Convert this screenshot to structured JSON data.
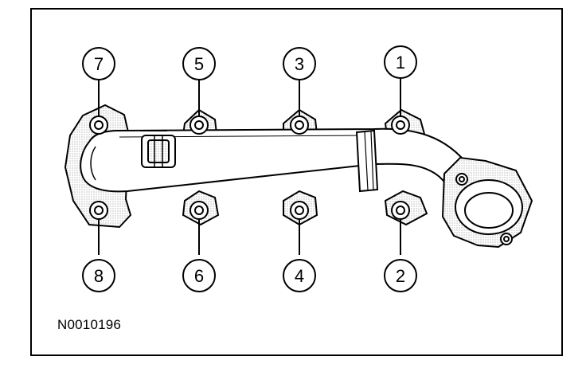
{
  "figure": {
    "id_label": "N0010196"
  },
  "callouts": {
    "c1": "1",
    "c2": "2",
    "c3": "3",
    "c4": "4",
    "c5": "5",
    "c6": "6",
    "c7": "7",
    "c8": "8"
  },
  "colors": {
    "line": "#000000",
    "background": "#ffffff",
    "shading": "#cfcfcf"
  },
  "icons": {
    "manifold": "exhaust-manifold-illustration",
    "bolt": "bolt-hole-icon",
    "sensor": "connector-icon"
  }
}
